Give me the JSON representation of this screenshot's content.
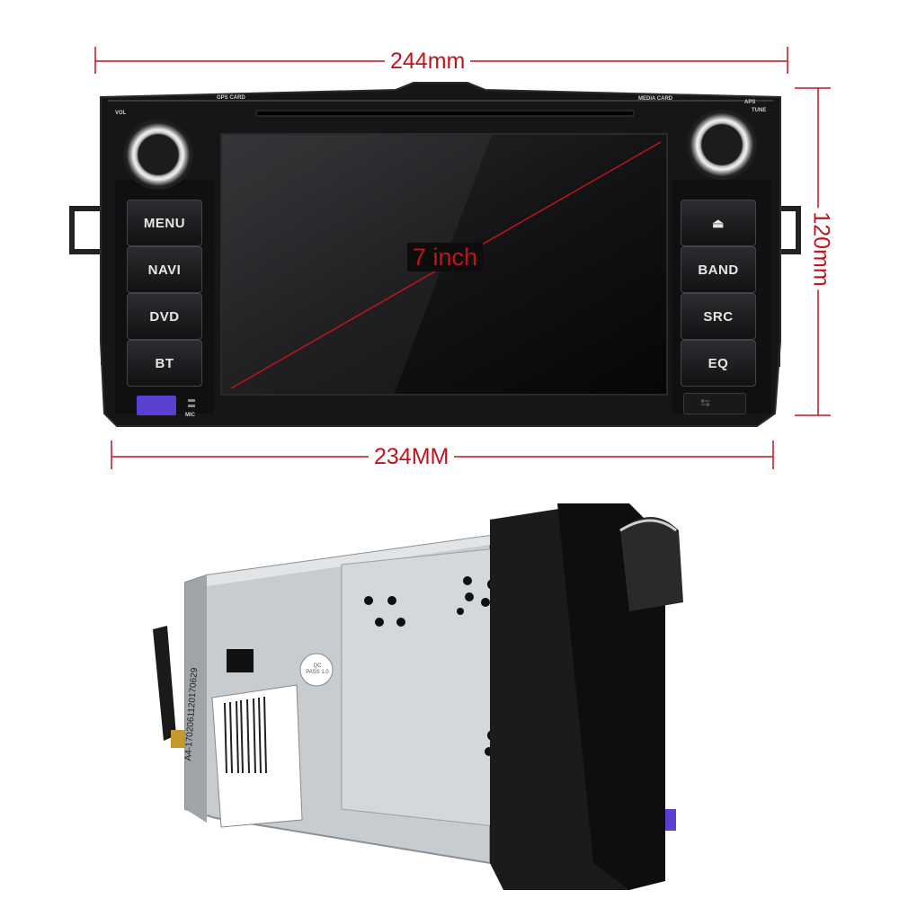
{
  "dimensions": {
    "top_width": "244mm",
    "bottom_width": "234MM",
    "height": "120mm"
  },
  "screen": {
    "diagonal_label": "7 inch"
  },
  "panel_labels": {
    "gps_card": "GPS CARD",
    "media_card": "MEDIA CARD",
    "vol": "VOL",
    "aps": "APS",
    "tune": "TUNE",
    "mic": "MIC"
  },
  "left_buttons": [
    "MENU",
    "NAVI",
    "DVD",
    "BT"
  ],
  "right_buttons": {
    "eject_icon": "eject-icon",
    "labels": [
      "BAND",
      "SRC",
      "EQ"
    ]
  },
  "side_view": {
    "serial_label": "A4-1702061120170629",
    "sticker_text": "QC PASS 1.0"
  },
  "colors": {
    "dimension_red": "#c0141e",
    "sd_slot_purple": "#5a3fd0"
  }
}
